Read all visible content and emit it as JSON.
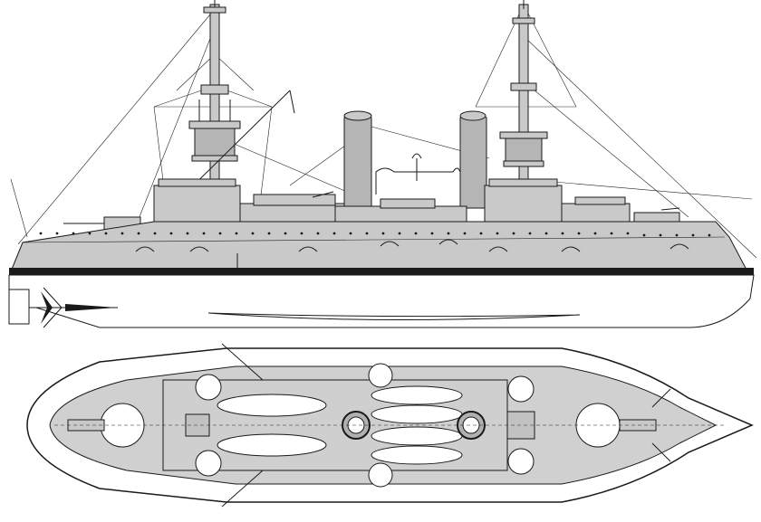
{
  "colors": {
    "hull_gray": "#c9c9c9",
    "deck_gray": "#d0d0d0",
    "line": "#1a1a1a",
    "paper": "#ffffff"
  },
  "views": {
    "profile": {
      "icon": "battleship-profile-icon"
    },
    "plan": {
      "icon": "battleship-deck-plan-icon"
    }
  },
  "counts": {
    "masts": 2,
    "funnels": 2,
    "turrets": 6,
    "boats_on_deck": 6
  }
}
